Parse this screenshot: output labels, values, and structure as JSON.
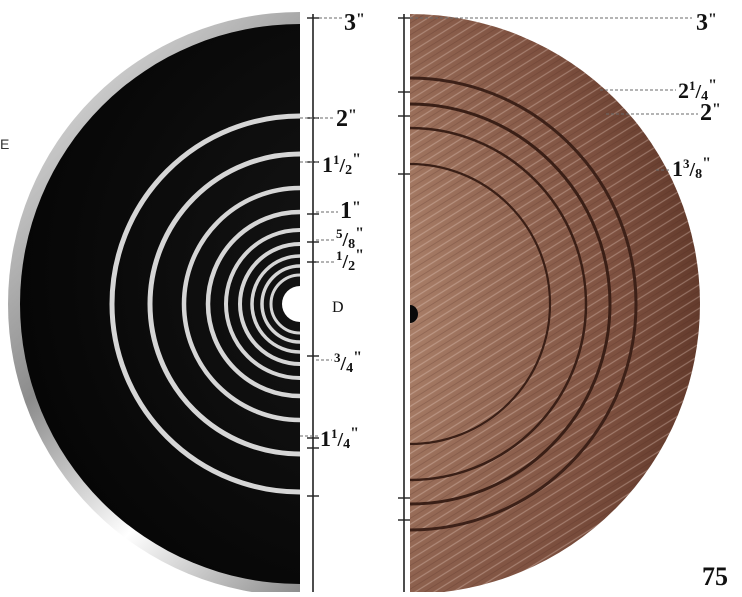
{
  "left_labels": [
    {
      "id": "l-3",
      "whole": "3",
      "num": "",
      "den": "",
      "mark": "\""
    },
    {
      "id": "l-2",
      "whole": "2",
      "num": "",
      "den": "",
      "mark": "\""
    },
    {
      "id": "l-1-1-2",
      "whole": "1",
      "num": "1",
      "den": "2",
      "mark": "\""
    },
    {
      "id": "l-1",
      "whole": "1",
      "num": "",
      "den": "",
      "mark": "\""
    },
    {
      "id": "l-5-8",
      "whole": "",
      "num": "5",
      "den": "8",
      "mark": "\""
    },
    {
      "id": "l-1-2",
      "whole": "",
      "num": "1",
      "den": "2",
      "mark": "\""
    },
    {
      "id": "l-3-4",
      "whole": "",
      "num": "3",
      "den": "4",
      "mark": "\""
    },
    {
      "id": "l-1-1-4",
      "whole": "1",
      "num": "1",
      "den": "4",
      "mark": "\""
    }
  ],
  "right_labels": [
    {
      "id": "r-3",
      "whole": "3",
      "num": "",
      "den": "",
      "mark": "\""
    },
    {
      "id": "r-2-1-4",
      "whole": "2",
      "num": "1",
      "den": "4",
      "mark": "\""
    },
    {
      "id": "r-2",
      "whole": "2",
      "num": "",
      "den": "",
      "mark": "\""
    },
    {
      "id": "r-1-3-8",
      "whole": "1",
      "num": "3",
      "den": "8",
      "mark": "\""
    }
  ],
  "center_label": "D",
  "page_number": "75",
  "edge_mark": "E",
  "colors": {
    "disc_black": "#0b0b0b",
    "ring_silver": "#d9d9d9",
    "wood_base": "#9a6a55",
    "wood_dark": "#5a3325",
    "leader": "#666666",
    "ruler": "#222222"
  }
}
